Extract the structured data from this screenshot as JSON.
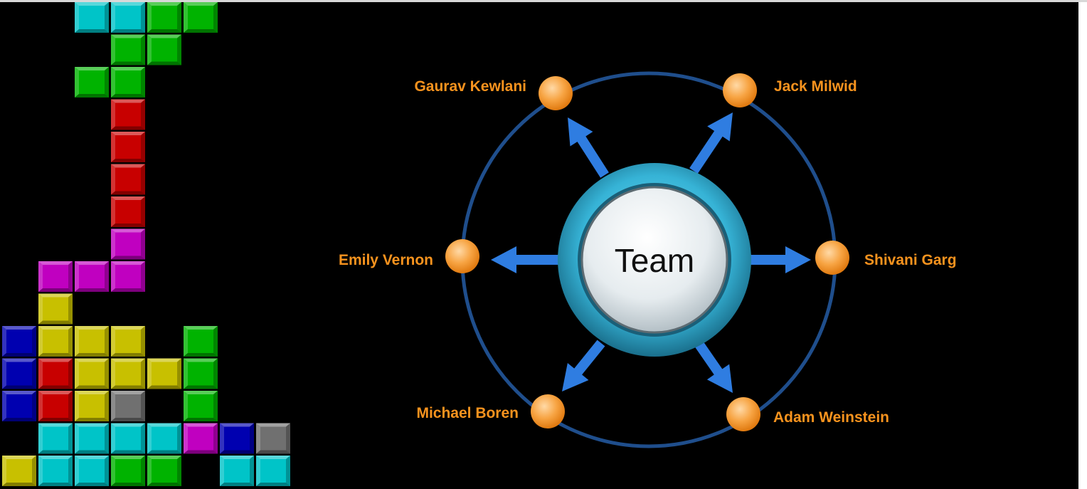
{
  "diagram": {
    "center_label": "Team",
    "members": [
      {
        "name": "Gaurav Kewlani"
      },
      {
        "name": "Jack Milwid"
      },
      {
        "name": "Emily Vernon"
      },
      {
        "name": "Shivani Garg"
      },
      {
        "name": "Michael Boren"
      },
      {
        "name": "Adam Weinstein"
      }
    ]
  },
  "colors": {
    "background": "#000000",
    "label": "#f7931e",
    "ring": "#1f4e8c",
    "arrow": "#2f7de1",
    "node": "#f7a443",
    "hub_outer": "#36b3d6",
    "hub_inner": "#e6ecef"
  },
  "tetris": {
    "block_colors": {
      "cyan": "#00c4c8",
      "green": "#00b300",
      "red": "#c80000",
      "magenta": "#c000c0",
      "yellow": "#c8c000",
      "blue": "#0000b0",
      "gray": "#707070"
    }
  }
}
